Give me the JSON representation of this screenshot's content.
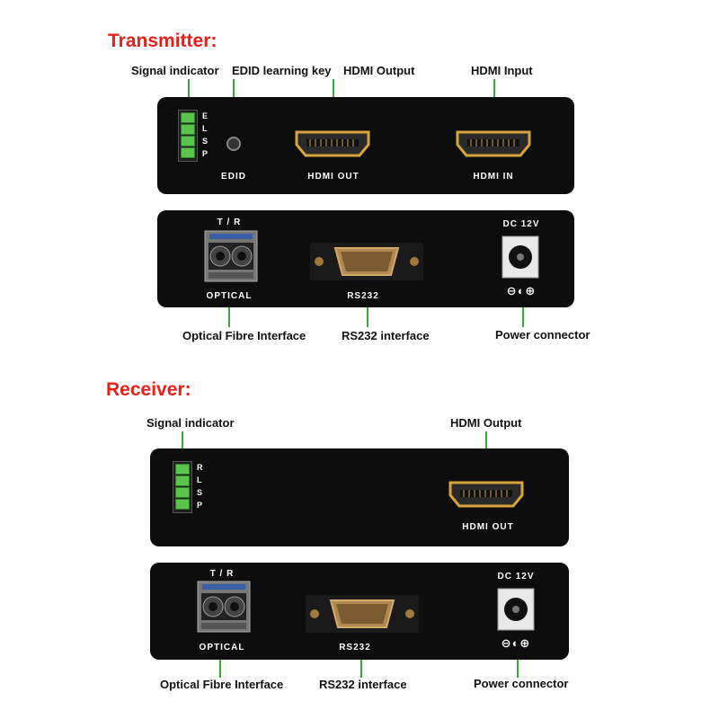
{
  "transmitter": {
    "title": "Transmitter:",
    "callouts_top": {
      "signal_indicator": "Signal indicator",
      "edid_key": "EDID learning key",
      "hdmi_output": "HDMI Output",
      "hdmi_input": "HDMI Input"
    },
    "front_panel": {
      "led_letters": [
        "E",
        "L",
        "S",
        "P"
      ],
      "edid_label": "EDID",
      "hdmi_out_label": "HDMI OUT",
      "hdmi_in_label": "HDMI IN"
    },
    "rear_panel": {
      "tr_label": "T / R",
      "optical_label": "OPTICAL",
      "rs232_label": "RS232",
      "dc_label": "DC 12V",
      "polarity": "⊖◐⊕"
    },
    "callouts_bottom": {
      "optical": "Optical Fibre Interface",
      "rs232": "RS232 interface",
      "power": "Power connector"
    }
  },
  "receiver": {
    "title": "Receiver:",
    "callouts_top": {
      "signal_indicator": "Signal indicator",
      "hdmi_output": "HDMI Output"
    },
    "front_panel": {
      "led_letters": [
        "R",
        "L",
        "S",
        "P"
      ],
      "hdmi_out_label": "HDMI OUT"
    },
    "rear_panel": {
      "tr_label": "T / R",
      "optical_label": "OPTICAL",
      "rs232_label": "RS232",
      "dc_label": "DC 12V",
      "polarity": "⊖◐⊕"
    },
    "callouts_bottom": {
      "optical": "Optical Fibre Interface",
      "rs232": "RS232 interface",
      "power": "Power connector"
    }
  },
  "colors": {
    "title": "#e8201a",
    "leader": "#3aa935",
    "panel": "#0d0d0d",
    "led": "#5bc44c"
  },
  "icons": [
    "hdmi-port-icon",
    "sfp-port-icon",
    "db9-port-icon",
    "dc-jack-icon",
    "edid-button-icon",
    "led-indicator-icon"
  ]
}
